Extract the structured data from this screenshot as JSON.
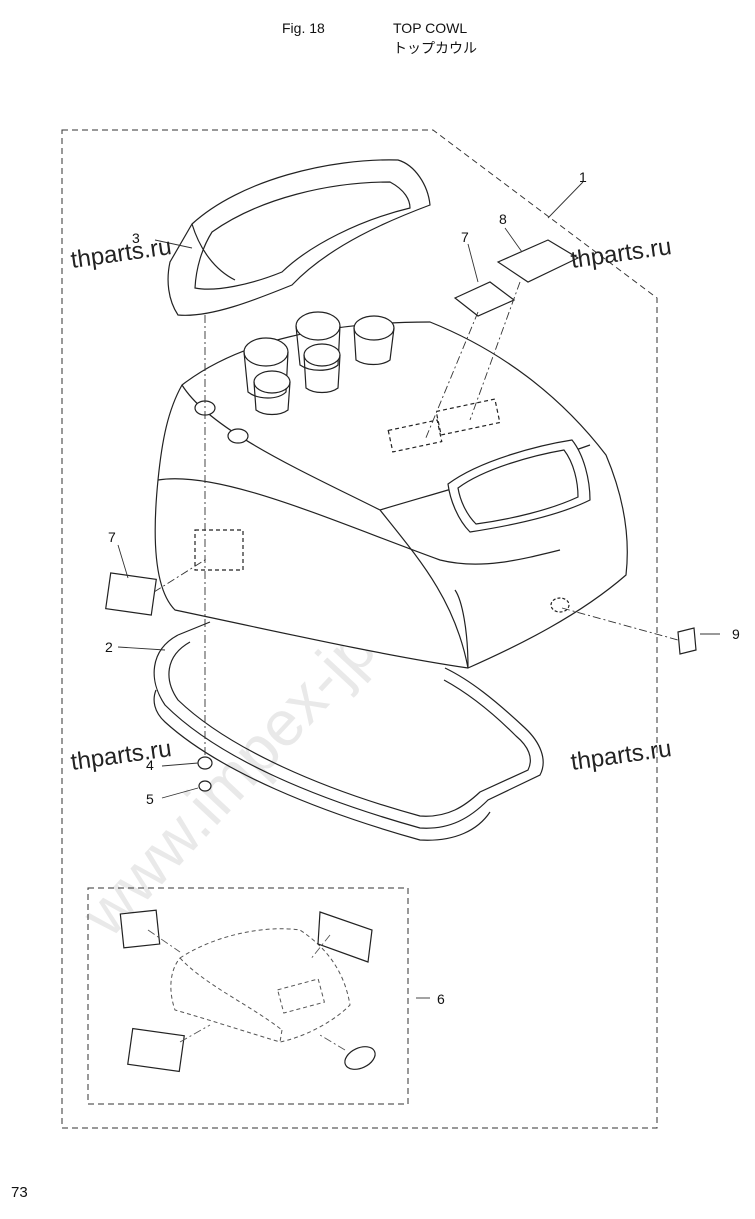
{
  "header": {
    "fig_label": "Fig. 18",
    "title": "TOP COWL",
    "title_jp": "トップカウル"
  },
  "page_number": "73",
  "watermarks": {
    "site": "thparts.ru",
    "diagonal": "www.impex-jp.com"
  },
  "callouts": [
    {
      "id": "1",
      "label": "1"
    },
    {
      "id": "3",
      "label": "3"
    },
    {
      "id": "8",
      "label": "8"
    },
    {
      "id": "7a",
      "label": "7"
    },
    {
      "id": "7b",
      "label": "7"
    },
    {
      "id": "2",
      "label": "2"
    },
    {
      "id": "9",
      "label": "9"
    },
    {
      "id": "4",
      "label": "4"
    },
    {
      "id": "5",
      "label": "5"
    },
    {
      "id": "6",
      "label": "6"
    }
  ]
}
